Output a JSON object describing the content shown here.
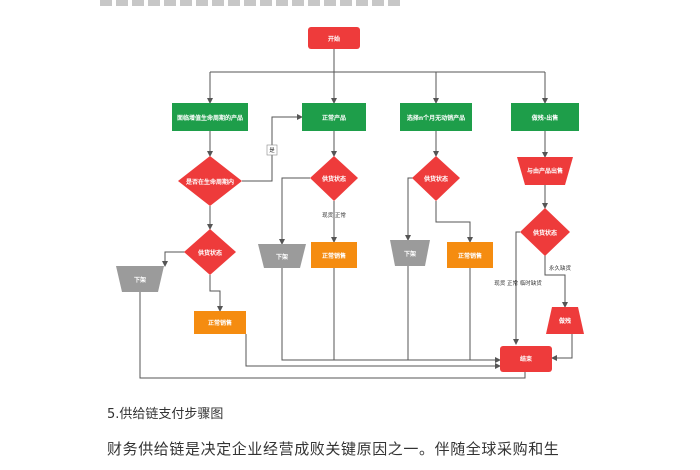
{
  "nodes": {
    "start": "开始",
    "p1": "面临增值生命周期的产品",
    "p2": "正常产品",
    "p3": "选择n个月无动销产品",
    "p4": "做残-出售",
    "d1": "是否在生命周期内",
    "d2": "供货状态",
    "d3": "供货状态",
    "d4": "供货状态",
    "t1": "与由产品出售",
    "d5": "供货状态",
    "down1": "下架",
    "down2": "下架",
    "down3": "下架",
    "norm1": "正常销售",
    "norm2": "正常销售",
    "norm3": "正常销售",
    "small": "做残",
    "end": "结束"
  },
  "labels": {
    "yes_label": "是",
    "l1": "现货 正常",
    "l2": "现货 正常 临时缺货",
    "l3": "永久缺货"
  },
  "caption": "5.供给链支付步骤图",
  "paragraph": "财务供给链是决定企业经营成败关键原因之一。伴随全球采购和生"
}
